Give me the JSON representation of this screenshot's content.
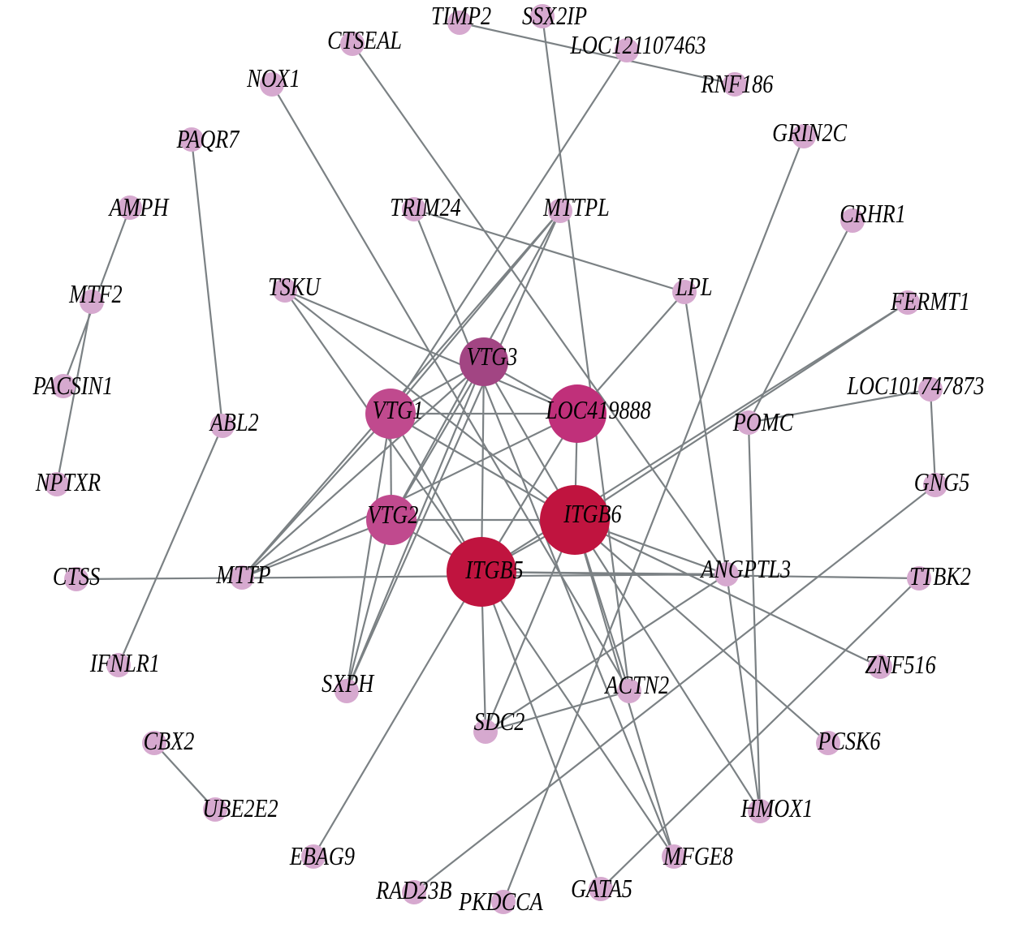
{
  "diagram": {
    "type": "protein-interaction-network",
    "colors": {
      "edge": "#7b8184",
      "tier_1": "#c0143f",
      "tier_2": "#c0307a",
      "tier_3": "#c04a8e",
      "tier_4": "#a24583",
      "tier_5": "#d6a9cf"
    },
    "nodes": [
      {
        "id": "ITGB5",
        "label": "ITGB5",
        "tier": 1
      },
      {
        "id": "ITGB6",
        "label": "ITGB6",
        "tier": 1
      },
      {
        "id": "LOC419888",
        "label": "LOC419888",
        "tier": 2
      },
      {
        "id": "VTG1",
        "label": "VTG1",
        "tier": 3
      },
      {
        "id": "VTG2",
        "label": "VTG2",
        "tier": 3
      },
      {
        "id": "VTG3",
        "label": "VTG3",
        "tier": 4
      },
      {
        "id": "TIMP2",
        "label": "TIMP2",
        "tier": 5
      },
      {
        "id": "SSX2IP",
        "label": "SSX2IP",
        "tier": 5
      },
      {
        "id": "CTSEAL",
        "label": "CTSEAL",
        "tier": 5
      },
      {
        "id": "LOC121107463",
        "label": "LOC121107463",
        "tier": 5
      },
      {
        "id": "NOX1",
        "label": "NOX1",
        "tier": 5
      },
      {
        "id": "RNF186",
        "label": "RNF186",
        "tier": 5
      },
      {
        "id": "PAQR7",
        "label": "PAQR7",
        "tier": 5
      },
      {
        "id": "GRIN2C",
        "label": "GRIN2C",
        "tier": 5
      },
      {
        "id": "AMPH",
        "label": "AMPH",
        "tier": 5
      },
      {
        "id": "TRIM24",
        "label": "TRIM24",
        "tier": 5
      },
      {
        "id": "MTTPL",
        "label": "MTTPL",
        "tier": 5
      },
      {
        "id": "CRHR1",
        "label": "CRHR1",
        "tier": 5
      },
      {
        "id": "MTF2",
        "label": "MTF2",
        "tier": 5
      },
      {
        "id": "TSKU",
        "label": "TSKU",
        "tier": 5
      },
      {
        "id": "LPL",
        "label": "LPL",
        "tier": 5
      },
      {
        "id": "FERMT1",
        "label": "FERMT1",
        "tier": 5
      },
      {
        "id": "PACSIN1",
        "label": "PACSIN1",
        "tier": 5
      },
      {
        "id": "LOC101747873",
        "label": "LOC101747873",
        "tier": 5
      },
      {
        "id": "ABL2",
        "label": "ABL2",
        "tier": 5
      },
      {
        "id": "POMC",
        "label": "POMC",
        "tier": 5
      },
      {
        "id": "NPTXR",
        "label": "NPTXR",
        "tier": 5
      },
      {
        "id": "GNG5",
        "label": "GNG5",
        "tier": 5
      },
      {
        "id": "CTSS",
        "label": "CTSS",
        "tier": 5
      },
      {
        "id": "MTTP",
        "label": "MTTP",
        "tier": 5
      },
      {
        "id": "ANGPTL3",
        "label": "ANGPTL3",
        "tier": 5
      },
      {
        "id": "TTBK2",
        "label": "TTBK2",
        "tier": 5
      },
      {
        "id": "IFNLR1",
        "label": "IFNLR1",
        "tier": 5
      },
      {
        "id": "ZNF516",
        "label": "ZNF516",
        "tier": 5
      },
      {
        "id": "SXPH",
        "label": "SXPH",
        "tier": 5
      },
      {
        "id": "ACTN2",
        "label": "ACTN2",
        "tier": 5
      },
      {
        "id": "SDC2",
        "label": "SDC2",
        "tier": 5
      },
      {
        "id": "CBX2",
        "label": "CBX2",
        "tier": 5
      },
      {
        "id": "PCSK6",
        "label": "PCSK6",
        "tier": 5
      },
      {
        "id": "UBE2E2",
        "label": "UBE2E2",
        "tier": 5
      },
      {
        "id": "HMOX1",
        "label": "HMOX1",
        "tier": 5
      },
      {
        "id": "EBAG9",
        "label": "EBAG9",
        "tier": 5
      },
      {
        "id": "MFGE8",
        "label": "MFGE8",
        "tier": 5
      },
      {
        "id": "RAD23B",
        "label": "RAD23B",
        "tier": 5
      },
      {
        "id": "PKDCCA",
        "label": "PKDCCA",
        "tier": 5
      },
      {
        "id": "GATA5",
        "label": "GATA5",
        "tier": 5
      }
    ],
    "edges": [
      [
        "TIMP2",
        "RNF186"
      ],
      [
        "SSX2IP",
        "ACTN2"
      ],
      [
        "CTSEAL",
        "ANGPTL3"
      ],
      [
        "LOC121107463",
        "VTG1"
      ],
      [
        "NOX1",
        "ACTN2"
      ],
      [
        "PAQR7",
        "ABL2"
      ],
      [
        "GRIN2C",
        "PKDCCA"
      ],
      [
        "AMPH",
        "PACSIN1"
      ],
      [
        "MTF2",
        "NPTXR"
      ],
      [
        "TRIM24",
        "LPL"
      ],
      [
        "TRIM24",
        "MFGE8"
      ],
      [
        "MTTPL",
        "VTG1"
      ],
      [
        "MTTPL",
        "VTG2"
      ],
      [
        "MTTPL",
        "MTTP"
      ],
      [
        "MTTPL",
        "SXPH"
      ],
      [
        "CRHR1",
        "POMC"
      ],
      [
        "TSKU",
        "ITGB5"
      ],
      [
        "TSKU",
        "ITGB6"
      ],
      [
        "TSKU",
        "LOC419888"
      ],
      [
        "LPL",
        "ANGPTL3"
      ],
      [
        "LPL",
        "LOC419888"
      ],
      [
        "FERMT1",
        "ITGB5"
      ],
      [
        "FERMT1",
        "ITGB6"
      ],
      [
        "LOC101747873",
        "POMC"
      ],
      [
        "LOC101747873",
        "GNG5"
      ],
      [
        "ABL2",
        "IFNLR1"
      ],
      [
        "POMC",
        "HMOX1"
      ],
      [
        "GNG5",
        "RAD23B"
      ],
      [
        "CTSS",
        "ANGPTL3"
      ],
      [
        "TTBK2",
        "ITGB5"
      ],
      [
        "TTBK2",
        "GATA5"
      ],
      [
        "ZNF516",
        "ITGB6"
      ],
      [
        "CBX2",
        "UBE2E2"
      ],
      [
        "ACTN2",
        "SDC2"
      ],
      [
        "ACTN2",
        "ITGB6"
      ],
      [
        "ANGPTL3",
        "SDC2"
      ],
      [
        "ANGPTL3",
        "ITGB6"
      ],
      [
        "ANGPTL3",
        "HMOX1"
      ],
      [
        "VTG3",
        "VTG1"
      ],
      [
        "VTG3",
        "VTG2"
      ],
      [
        "VTG3",
        "ITGB5"
      ],
      [
        "VTG3",
        "ITGB6"
      ],
      [
        "VTG3",
        "LOC419888"
      ],
      [
        "VTG3",
        "MTTP"
      ],
      [
        "VTG3",
        "SXPH"
      ],
      [
        "VTG1",
        "VTG2"
      ],
      [
        "VTG1",
        "ITGB5"
      ],
      [
        "VTG1",
        "ITGB6"
      ],
      [
        "VTG1",
        "LOC419888"
      ],
      [
        "VTG1",
        "MTTP"
      ],
      [
        "VTG1",
        "SXPH"
      ],
      [
        "VTG2",
        "ITGB5"
      ],
      [
        "VTG2",
        "ITGB6"
      ],
      [
        "VTG2",
        "MTTP"
      ],
      [
        "VTG2",
        "SXPH"
      ],
      [
        "LOC419888",
        "ITGB5"
      ],
      [
        "LOC419888",
        "ITGB6"
      ],
      [
        "LOC419888",
        "MTTP"
      ],
      [
        "ITGB5",
        "ITGB6"
      ],
      [
        "ITGB5",
        "SDC2"
      ],
      [
        "ITGB5",
        "EBAG9"
      ],
      [
        "ITGB5",
        "MFGE8"
      ],
      [
        "ITGB5",
        "GATA5"
      ],
      [
        "ITGB5",
        "ANGPTL3"
      ],
      [
        "ITGB6",
        "SDC2"
      ],
      [
        "ITGB6",
        "PCSK6"
      ],
      [
        "ITGB6",
        "MFGE8"
      ],
      [
        "ITGB6",
        "HMOX1"
      ]
    ]
  }
}
